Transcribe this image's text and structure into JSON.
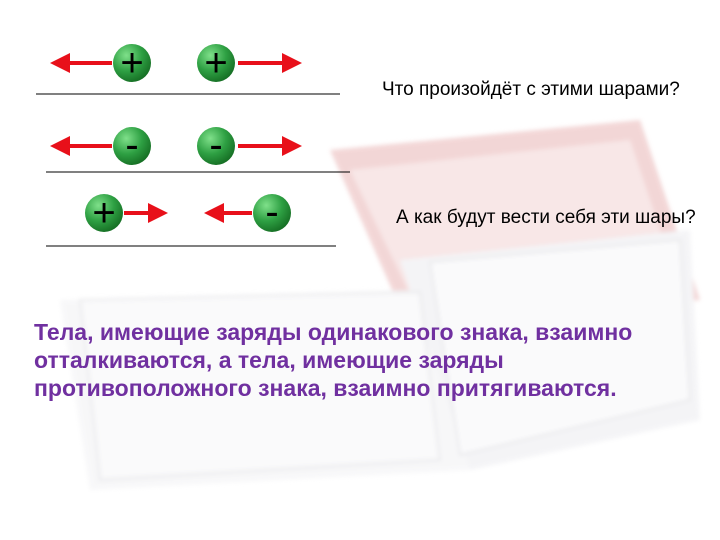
{
  "colors": {
    "ball": "#2ea043",
    "ball_edge": "#156d23",
    "arrow": "#e8101a",
    "conclusion_text": "#7030a0"
  },
  "diagram": {
    "rows": [
      {
        "balls": [
          {
            "sign": "+"
          },
          {
            "sign": "+"
          }
        ],
        "arrows": [
          "outward-left",
          "outward-right"
        ]
      },
      {
        "balls": [
          {
            "sign": "-"
          },
          {
            "sign": "-"
          }
        ],
        "arrows": [
          "outward-left",
          "outward-right"
        ]
      },
      {
        "balls": [
          {
            "sign": "+"
          },
          {
            "sign": "-"
          }
        ],
        "arrows": [
          "inward-right",
          "inward-left"
        ]
      }
    ]
  },
  "questions": {
    "q1": "Что произойдёт с этими шарами?",
    "q2": "А как будут вести себя эти шары?"
  },
  "conclusion": "Тела, имеющие заряды одинакового знака, взаимно отталкиваются, а тела, имеющие заряды противоположного знака, взаимно притягиваются."
}
